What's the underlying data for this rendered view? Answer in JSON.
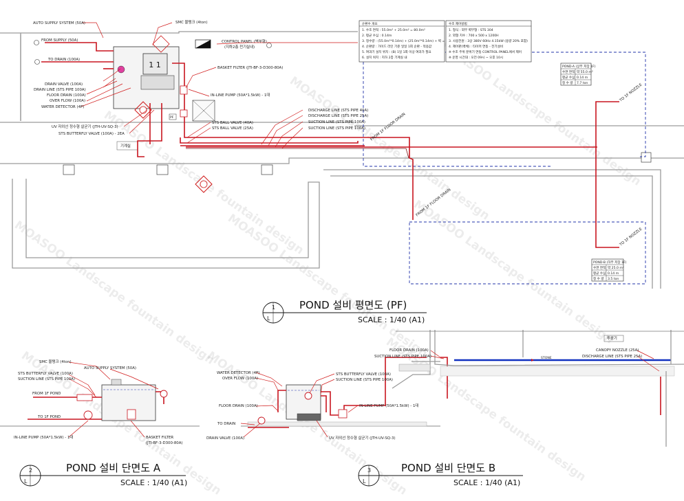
{
  "plan": {
    "title": "POND 설비 평면도 (PF)",
    "scale": "SCALE : 1/40 (A1)",
    "marker_num": "1",
    "marker_letter": "L",
    "labels": {
      "auto_supply": "AUTO SUPPLY SYSTEM (50A)",
      "from_supply": "FROM SUPPLY (50A)",
      "to_drain": "TO DRAIN (100A)",
      "drain_valve": "DRAIN VALVE (100A)",
      "drain_line": "DRAIN LINE (STS PIPE 100A)",
      "floor_drain": "FLOOR DRAIN  (100A)",
      "over_flow": "OVER FLOW (100A)",
      "water_detector": "WATER DETECTOR (4P)",
      "uv": "UV 자외선 정수형 살균기 (JTH-UV-SQ-3)",
      "butterfly": "STS BUTTERFLY VALVE (100A) - 2EA",
      "smc": "SMC 물탱크 (4ton)",
      "control_panel": "CONTROL PANEL (벽부형)",
      "control_panel_sub": "(지하2층 전기실내)",
      "basket": "BASKET FILTER (JTI-BF-3-D300-80A)",
      "inline_pump": "IN-LINE PUMP (50A*1.5kW) - 1대",
      "ball40": "STS BALL VALVE (40A)",
      "ball25": "STS BALL VALVE (25A)",
      "discharge40": "DISCHARGE LINE (STS PIPE 40A)",
      "discharge25": "DISCHARGE LINE (STS PIPE 25A)",
      "suction100a": "SUCTION LINE (STS PIPE 100A)",
      "suction100b": "SUCTION LINE (STS PIPE 100A)",
      "from_floor_drain_a": "FROM 1F FLOOR DRAIN",
      "from_floor_drain_b": "FROM 1F FLOOR DRAIN",
      "to_nozzle_a": "TO 1F NOZZLE",
      "to_nozzle_b": "TO 1F NOZZLE",
      "room": "기계실",
      "tank_num": "1 1"
    },
    "note1": {
      "header": "순환수 개요",
      "lines": [
        "1. 수조 면적 : 55.0m² + 25.0m² = 80.0m²",
        "2. 평균 수심 : 0.14m",
        "3. 정수량 : (55.0m²*0.14m) + (25.0m²*0.14m) + 벽 = 11.2 ton",
        "4. 순환량 : 가이드 라인 기준 일일 1회 순환 - 적용값",
        "5. 여과기 설치 위치 : (B) 1일 1회 이상 여과가 필요",
        "6. 설치 위치 : 지하 2층 기계실 내"
      ]
    },
    "note2": {
      "header": "수조 제어방법",
      "lines": [
        "1. 형식 : 외부 벽부형 : STS 304",
        "2. 외형 치수 : 700 x 500 x 1200H",
        "3. 사용전원 : 3상 380V 60Hz 4.15kW (용량 20% 포함)",
        "4. 제어판(벽체) : 타이머 연동 - 전기설비",
        "※ 수조 주위 분위기 연동 CONTROL PANEL에서 제어",
        "※ 운영 시간대 : 오전 09시 ~ 오후 10시"
      ]
    },
    "pond_a": {
      "title": "POND-A (상부 저장 1F)",
      "rows": [
        [
          "수면 면적",
          "약 55.0 m²"
        ],
        [
          "평균 수심",
          "0.14 m"
        ],
        [
          "정 수 량",
          "7.7 ton"
        ]
      ]
    },
    "pond_b": {
      "title": "POND-B (하부 저장 1F)",
      "rows": [
        [
          "수면 면적",
          "약 25.0 m²"
        ],
        [
          "평균 수심",
          "0.14 m"
        ],
        [
          "정 수 량",
          "3.5 ton"
        ]
      ]
    }
  },
  "section_a": {
    "title": "POND 설비 단면도 A",
    "scale": "SCALE : 1/40 (A1)",
    "marker_num": "2",
    "marker_letter": "L",
    "labels": {
      "smc": "SMC 물탱크 (4ton)",
      "auto_supply": "AUTO SUPPLY SYSTEM (50A)",
      "butterfly": "STS BUTTERFLY VALVE (100A)",
      "suction": "SUCTION LINE (STS PIPE 100A)",
      "from_pond": "FROM 1F POND",
      "to_pond": "TO 1F POND",
      "inline_pump": "IN-LINE PUMP (50A*1.5kW) - 1대",
      "basket": "BASKET FILTER",
      "basket_sub": "(JTI-BF-3-D300-80A)"
    }
  },
  "section_b": {
    "title": "POND 설비 단면도 B",
    "scale": "SCALE : 1/40 (A1)",
    "marker_num": "3",
    "marker_letter": "L",
    "labels": {
      "water_detector": "WATER DETECTOR (4P)",
      "over_flow": "OVER FLOW (100A)",
      "floor_drain": "FLOOR DRAIN  (100A)",
      "to_drain": "TO DRAIN",
      "drain_valve": "DRAIN VALVE (100A)",
      "butterfly": "STS BUTTERFLY VALVE (100A)",
      "suction": "SUCTION LINE (STS PIPE 100A)",
      "inline_pump": "IN-LINE PUMP (50A*1.5kW) - 1대",
      "uv": "UV 자외선 정수형 살균기 (JTH-UV-SQ-3)",
      "floor_drain_r": "FLOOR DRAIN  (100A)",
      "suction_r": "SUCTION LINE (STS PIPE 100A)",
      "canopy": "CANOPY NOZZLE (25A)",
      "discharge": "DISCHARGE LINE (STS PIPE 25A)",
      "tag": "투광기",
      "stone": "STONE"
    }
  },
  "watermark": "MOASOO Landscape fountain design",
  "colors": {
    "pipe": "#c8141e",
    "dash": "#2233aa",
    "wall": "#9a9a9a"
  }
}
